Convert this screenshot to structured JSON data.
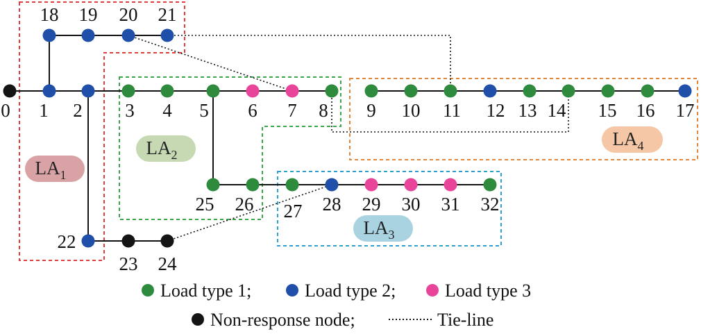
{
  "colors": {
    "load_type_1": "#2e8b3e",
    "load_type_2": "#1f4fa8",
    "load_type_3": "#e8459a",
    "non_response": "#141414",
    "line": "#111111",
    "la1_border": "#e23b3b",
    "la2_border": "#3aa64a",
    "la3_border": "#2f9fcf",
    "la4_border": "#e2873a",
    "la1_badge": "#d9a3a6",
    "la2_badge": "#c7d9b3",
    "la3_badge": "#a9d3e1",
    "la4_badge": "#f5c7a6"
  },
  "nodes": [
    {
      "id": "0",
      "type": "non_response"
    },
    {
      "id": "1",
      "type": "load_type_2"
    },
    {
      "id": "2",
      "type": "load_type_2"
    },
    {
      "id": "3",
      "type": "load_type_1"
    },
    {
      "id": "4",
      "type": "load_type_1"
    },
    {
      "id": "5",
      "type": "load_type_1"
    },
    {
      "id": "6",
      "type": "load_type_3"
    },
    {
      "id": "7",
      "type": "load_type_3"
    },
    {
      "id": "8",
      "type": "load_type_1"
    },
    {
      "id": "9",
      "type": "load_type_1"
    },
    {
      "id": "10",
      "type": "load_type_1"
    },
    {
      "id": "11",
      "type": "load_type_1"
    },
    {
      "id": "12",
      "type": "load_type_2"
    },
    {
      "id": "13",
      "type": "load_type_1"
    },
    {
      "id": "14",
      "type": "load_type_1"
    },
    {
      "id": "15",
      "type": "load_type_1"
    },
    {
      "id": "16",
      "type": "load_type_1"
    },
    {
      "id": "17",
      "type": "load_type_2"
    },
    {
      "id": "18",
      "type": "load_type_2"
    },
    {
      "id": "19",
      "type": "load_type_2"
    },
    {
      "id": "20",
      "type": "load_type_2"
    },
    {
      "id": "21",
      "type": "load_type_2"
    },
    {
      "id": "22",
      "type": "load_type_2"
    },
    {
      "id": "23",
      "type": "non_response"
    },
    {
      "id": "24",
      "type": "non_response"
    },
    {
      "id": "25",
      "type": "load_type_1"
    },
    {
      "id": "26",
      "type": "load_type_1"
    },
    {
      "id": "27",
      "type": "load_type_1"
    },
    {
      "id": "28",
      "type": "load_type_2"
    },
    {
      "id": "29",
      "type": "load_type_3"
    },
    {
      "id": "30",
      "type": "load_type_3"
    },
    {
      "id": "31",
      "type": "load_type_3"
    },
    {
      "id": "32",
      "type": "load_type_1"
    }
  ],
  "edges": [
    [
      "0",
      "1"
    ],
    [
      "1",
      "2"
    ],
    [
      "2",
      "3"
    ],
    [
      "3",
      "4"
    ],
    [
      "4",
      "5"
    ],
    [
      "5",
      "6"
    ],
    [
      "6",
      "7"
    ],
    [
      "7",
      "8"
    ],
    [
      "9",
      "10"
    ],
    [
      "10",
      "11"
    ],
    [
      "11",
      "12"
    ],
    [
      "12",
      "13"
    ],
    [
      "13",
      "14"
    ],
    [
      "14",
      "15"
    ],
    [
      "15",
      "16"
    ],
    [
      "16",
      "17"
    ],
    [
      "1",
      "18"
    ],
    [
      "18",
      "19"
    ],
    [
      "19",
      "20"
    ],
    [
      "20",
      "21"
    ],
    [
      "2",
      "22"
    ],
    [
      "22",
      "23"
    ],
    [
      "23",
      "24"
    ],
    [
      "5",
      "25"
    ],
    [
      "25",
      "26"
    ],
    [
      "26",
      "27"
    ],
    [
      "27",
      "28"
    ],
    [
      "28",
      "29"
    ],
    [
      "29",
      "30"
    ],
    [
      "30",
      "31"
    ],
    [
      "31",
      "32"
    ]
  ],
  "tie_lines": [
    [
      "20",
      "7"
    ],
    [
      "21",
      "11"
    ],
    [
      "8",
      "14"
    ],
    [
      "24",
      "28"
    ]
  ],
  "areas": [
    {
      "name": "LA",
      "sub": "1"
    },
    {
      "name": "LA",
      "sub": "2"
    },
    {
      "name": "LA",
      "sub": "3"
    },
    {
      "name": "LA",
      "sub": "4"
    }
  ],
  "legend": {
    "item1": "Load type 1;",
    "item2": "Load type 2;",
    "item3": "Load type 3",
    "item4": "Non-response node;",
    "item5": "Tie-line"
  }
}
